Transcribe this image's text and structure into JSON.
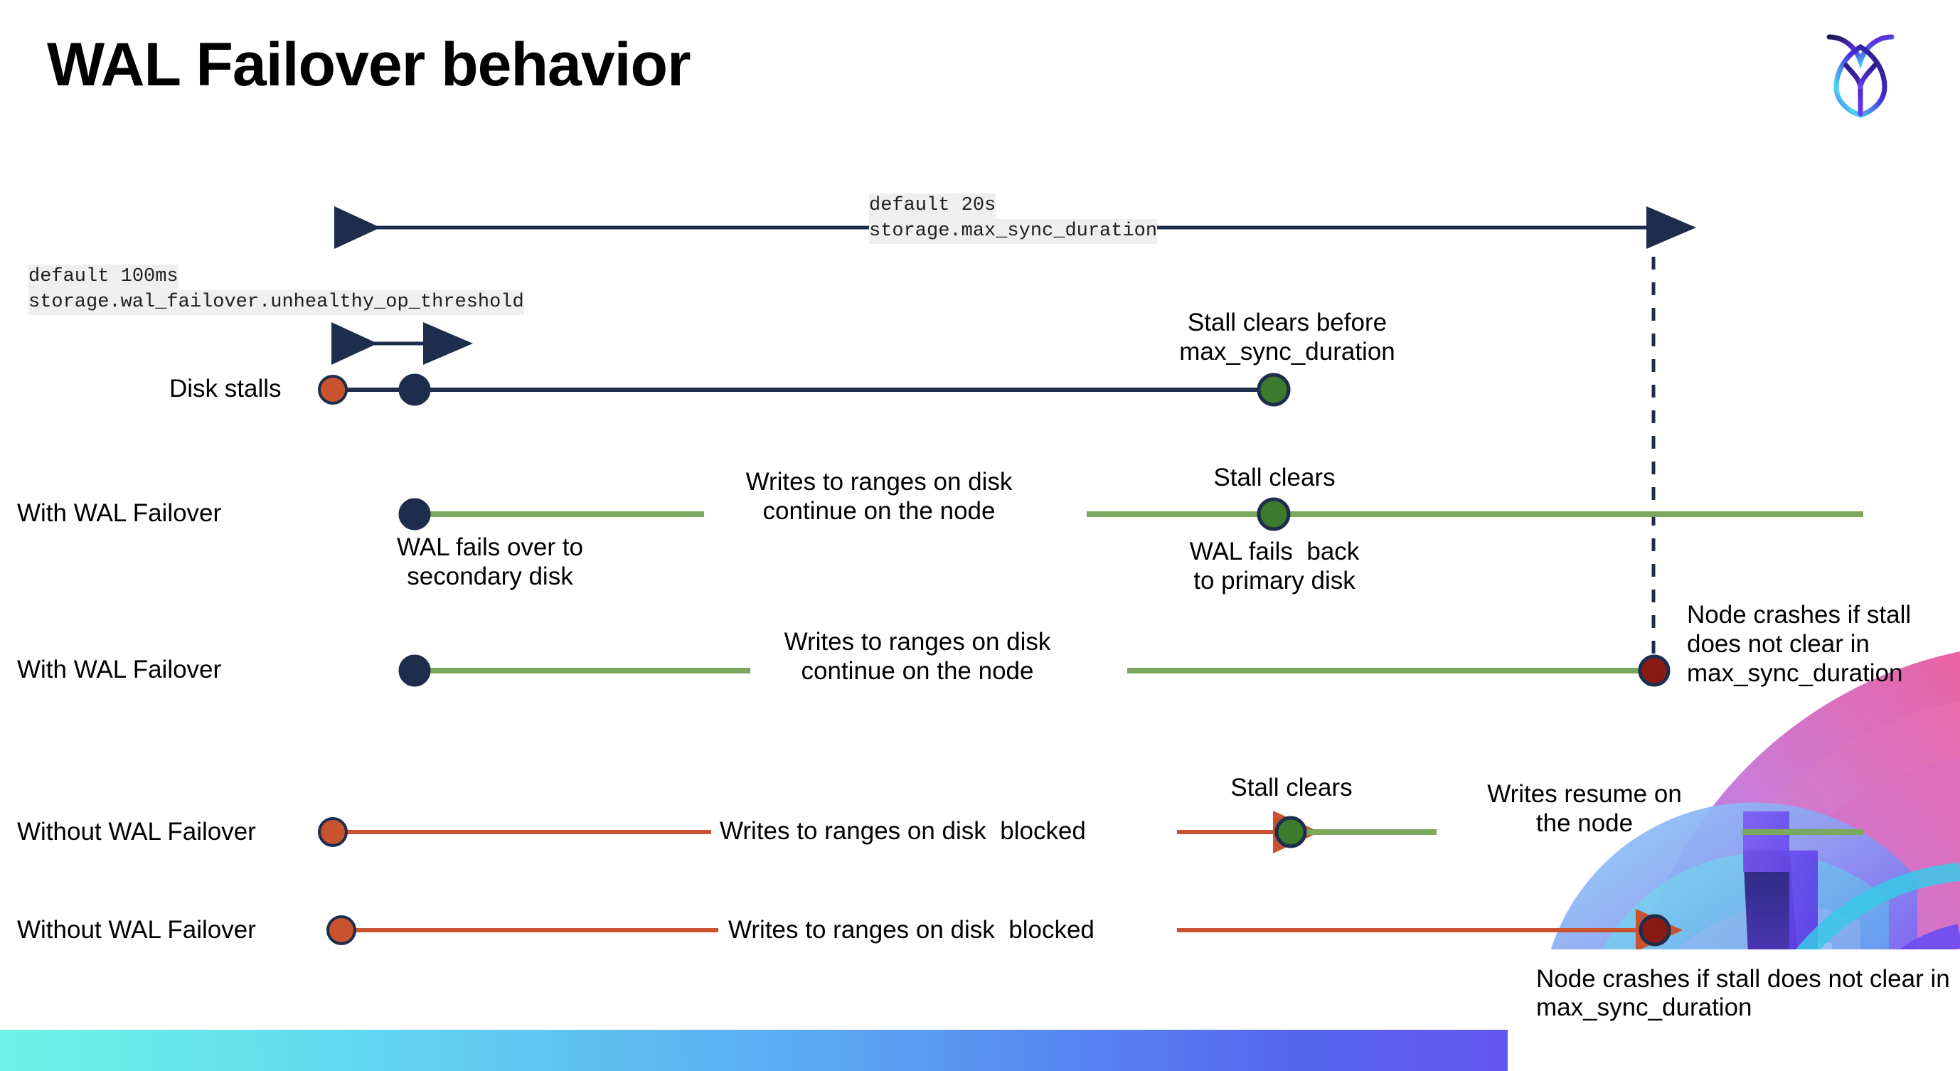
{
  "slide": {
    "title": "WAL Failover behavior",
    "logo_name": "cockroachdb-logo"
  },
  "settings": {
    "max_sync": {
      "default": "default 20s",
      "name": "storage.max_sync_duration"
    },
    "unhealthy": {
      "default": "default 100ms",
      "name": "storage.wal_failover.unhealthy_op_threshold"
    }
  },
  "rows": {
    "disk_stalls": {
      "label": "Disk stalls",
      "note_right": "Stall clears before\nmax_sync_duration"
    },
    "with_failover_1": {
      "label": "With WAL Failover",
      "note_start": "WAL fails over to\nsecondary disk",
      "note_mid": "Writes to ranges on disk\ncontinue on the node",
      "note_clear": "Stall clears",
      "note_back": "WAL fails  back\nto primary disk"
    },
    "with_failover_2": {
      "label": "With WAL Failover",
      "note_mid": "Writes to ranges on disk\ncontinue on the node",
      "note_crash": "Node crashes if stall\ndoes not clear in\nmax_sync_duration"
    },
    "without_failover_1": {
      "label": "Without WAL Failover",
      "note_mid": "Writes to ranges on disk  blocked",
      "note_clear": "Stall clears",
      "note_resume": "Writes resume on\nthe node"
    },
    "without_failover_2": {
      "label": "Without WAL Failover",
      "note_mid": "Writes to ranges on disk  blocked",
      "note_crash": "Node crashes if stall\ndoes not clear in\nmax_sync_duration"
    }
  },
  "colors": {
    "navy": "#1f2d4d",
    "green_line": "#7aa85c",
    "green_dot": "#3d7a2b",
    "orange": "#c9522f",
    "dark_red": "#8b1a14",
    "code_bg": "#efefef"
  }
}
